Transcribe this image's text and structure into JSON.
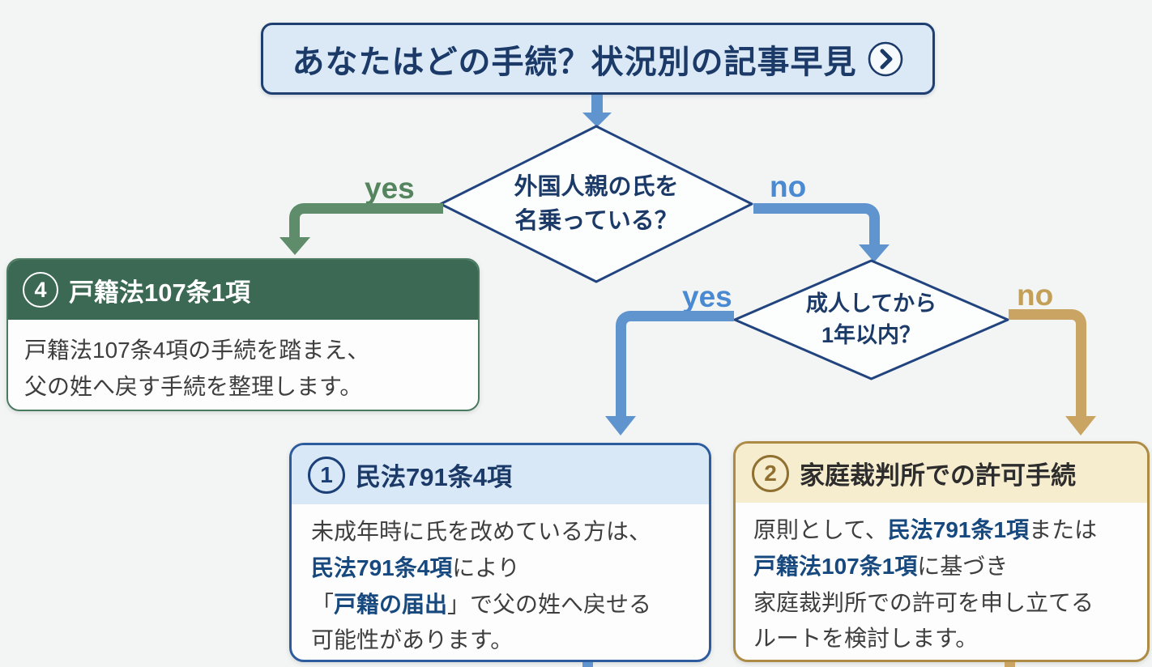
{
  "palette": {
    "background": "#f3f5f4",
    "navy_text": "#1b3a68",
    "diamond_border": "#21447f",
    "blue_arrow": "#6094cf",
    "blue_label": "#4a8ad2",
    "green_arrow": "#5f8d6b",
    "green_label": "#55855f",
    "green_header_bg": "#3c6954",
    "green_border": "#4a7a60",
    "gold_arrow": "#c9a463",
    "gold_label": "#c49f58",
    "tan_header_bg": "#f6ecce",
    "tan_border": "#ad8b45",
    "blue_header_bg": "#d9e8f7",
    "header_pill_bg": "#dbe9f7",
    "header_pill_border": "#1e3f6f",
    "body_text": "#3e3e3e",
    "strong_text": "#17497f"
  },
  "header": {
    "title": "あなたはどの手続？状況別の記事早見",
    "icon": "chevron-right-circle"
  },
  "decision1": {
    "question_line1": "外国人親の氏を",
    "question_line2": "名乗っている？",
    "yes": "yes",
    "no": "no"
  },
  "decision2": {
    "question_line1": "成人してから",
    "question_line2": "1年以内？",
    "yes": "yes",
    "no": "no"
  },
  "card_koseki107": {
    "badge": "4",
    "title": "戸籍法107条1項",
    "body_line1": "戸籍法107条4項の手続を踏まえ、",
    "body_line2": "父の姓へ戻す手続を整理します。"
  },
  "card_minpo791": {
    "badge": "1",
    "title": "民法791条4項",
    "body": {
      "line1": "未成年時に氏を改めている方は、",
      "line2_strong": "民法791条4項",
      "line2_rest": "により",
      "line3_open": "「",
      "line3_strong": "戸籍の届出",
      "line3_close": "」で父の姓へ戻せる",
      "line4": "可能性があります。"
    }
  },
  "card_court": {
    "badge": "2",
    "title": "家庭裁判所での許可手続",
    "body": {
      "line1_pre": "原則として、",
      "line1_strong": "民法791条1項",
      "line1_post": "または",
      "line2_strong": "戸籍法107条1項",
      "line2_post": "に基づき",
      "line3": "家庭裁判所での許可を申し立てる",
      "line4": "ルートを検討します。"
    }
  }
}
